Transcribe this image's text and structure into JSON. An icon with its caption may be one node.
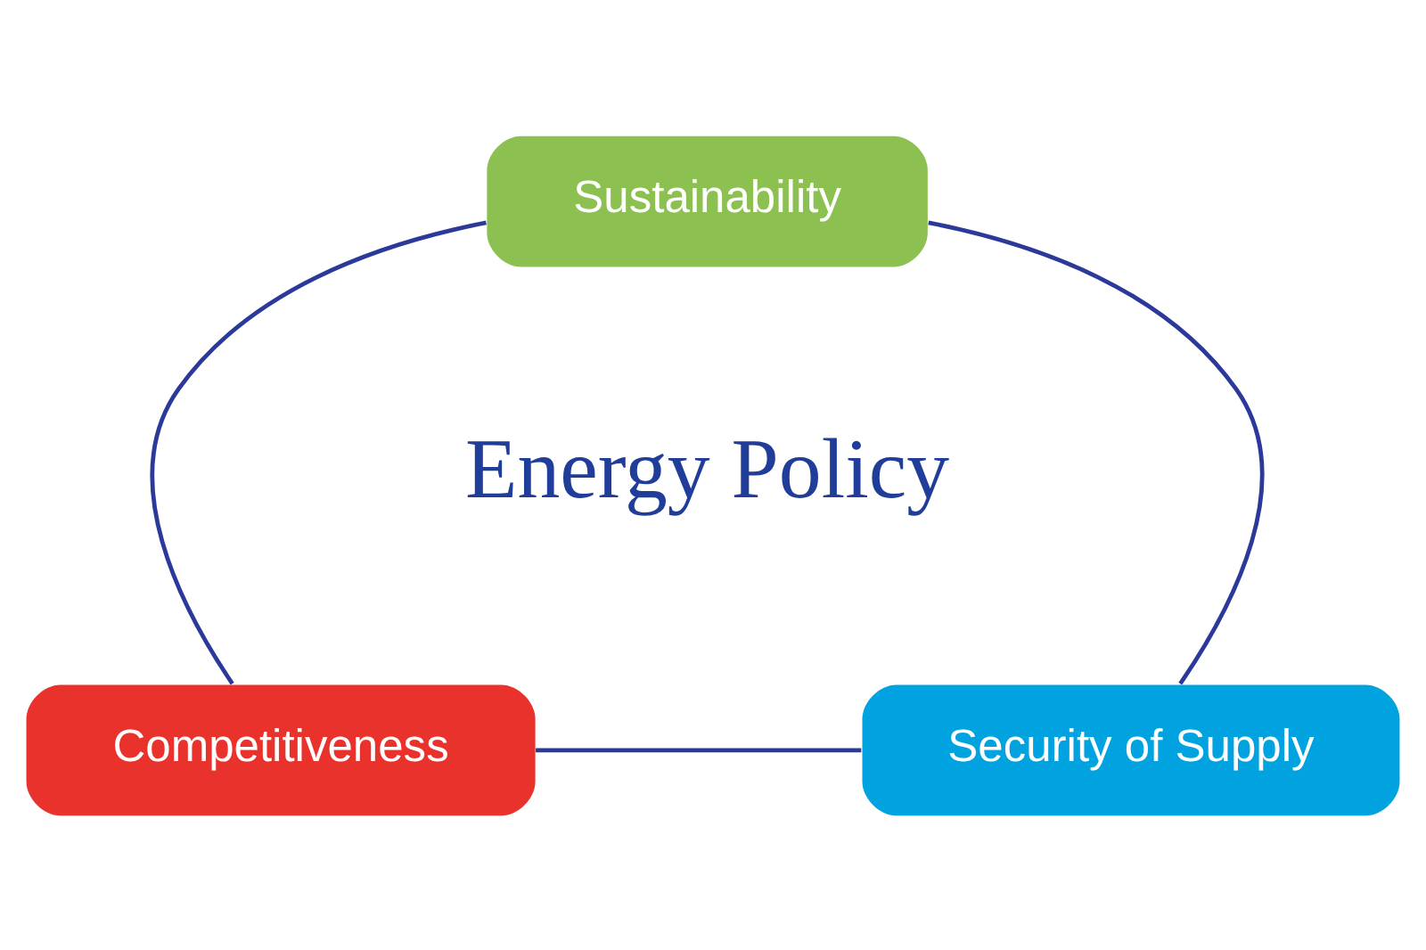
{
  "diagram": {
    "nodes": [
      {
        "text": [
          "Sustainability"
        ]
      },
      {
        "text": [
          "Competitiveness"
        ]
      },
      {
        "text": [
          "Security of Supply"
        ]
      }
    ],
    "edges": [
      {
        "from": 0,
        "to": 1,
        "arrow": "none"
      },
      {
        "from": 0,
        "to": 2,
        "arrow": "none"
      },
      {
        "from": 1,
        "to": 2,
        "arrow": "none"
      }
    ],
    "labels": [
      "Energy Policy"
    ]
  }
}
